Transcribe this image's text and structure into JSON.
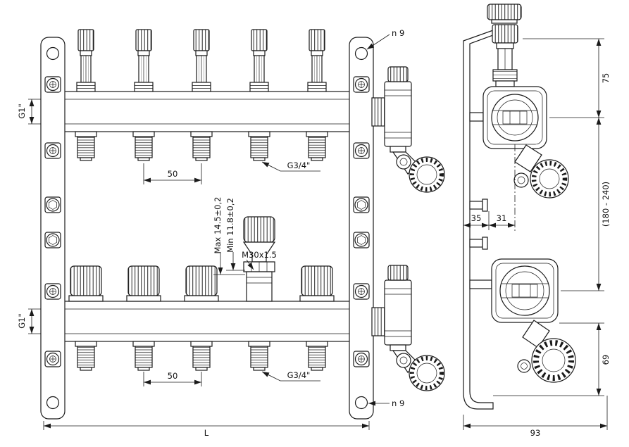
{
  "colors": {
    "line": "#1a1a1a",
    "background": "#ffffff"
  },
  "front_view": {
    "mount_hole_top": "n 9",
    "mount_hole_bottom": "n 9",
    "main_thread_top": "G1\"",
    "main_thread_bottom": "G1\"",
    "outlet_spacing_top": "50",
    "outlet_spacing_bottom": "50",
    "outlet_thread_top": "G3/4\"",
    "outlet_thread_bottom": "G3/4\"",
    "valve_stroke_max": "Max 14.5±0,2",
    "valve_stroke_min": "Min 11.8±0,2",
    "valve_thread": "M30x1.5",
    "overall_length": "L"
  },
  "side_view": {
    "dim_top_offset": "75",
    "dim_center_distance": "(180 - 240)",
    "dim_bracket_depth": "35",
    "dim_axis_offset": "31",
    "dim_bottom_offset": "69",
    "dim_overall_depth": "93"
  }
}
